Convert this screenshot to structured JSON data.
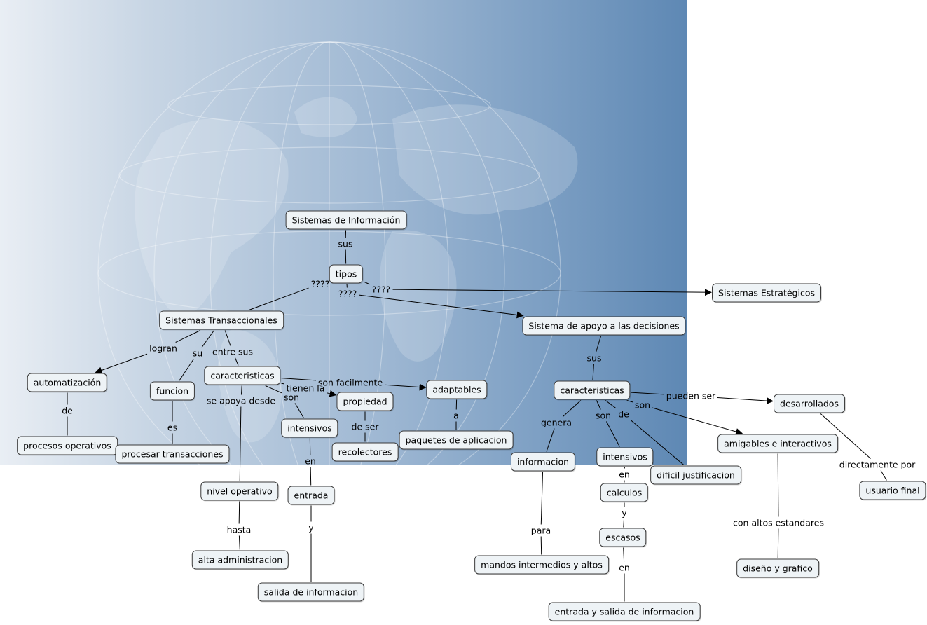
{
  "nodes": [
    {
      "id": "sistemas_informacion",
      "text": "Sistemas de Información"
    },
    {
      "id": "tipos",
      "text": "tipos"
    },
    {
      "id": "sistemas_estrategicos",
      "text": "Sistemas Estratégicos"
    },
    {
      "id": "sistemas_transaccionales",
      "text": "Sistemas Transaccionales"
    },
    {
      "id": "sistema_apoyo_decisiones",
      "text": "Sistema de apoyo a las decisiones"
    },
    {
      "id": "automatizacion",
      "text": "automatización"
    },
    {
      "id": "procesos_operativos",
      "text": "procesos operativos"
    },
    {
      "id": "funcion",
      "text": "funcion"
    },
    {
      "id": "procesar_transacciones",
      "text": "procesar transacciones"
    },
    {
      "id": "caracteristicas_st",
      "text": "caracteristicas"
    },
    {
      "id": "propiedad",
      "text": "propiedad"
    },
    {
      "id": "recolectores",
      "text": "recolectores"
    },
    {
      "id": "adaptables",
      "text": "adaptables"
    },
    {
      "id": "paquetes_aplicacion",
      "text": "paquetes de aplicacion"
    },
    {
      "id": "intensivos_st",
      "text": "intensivos"
    },
    {
      "id": "entrada",
      "text": "entrada"
    },
    {
      "id": "salida_informacion",
      "text": "salida de informacion"
    },
    {
      "id": "nivel_operativo",
      "text": "nivel operativo"
    },
    {
      "id": "alta_administracion",
      "text": "alta administracion"
    },
    {
      "id": "caracteristicas_sad",
      "text": "caracteristicas"
    },
    {
      "id": "informacion",
      "text": "informacion"
    },
    {
      "id": "mandos",
      "text": "mandos intermedios y altos"
    },
    {
      "id": "intensivos_sad",
      "text": "intensivos"
    },
    {
      "id": "calculos",
      "text": "calculos"
    },
    {
      "id": "escasos",
      "text": "escasos"
    },
    {
      "id": "entrada_salida",
      "text": "entrada y salida de informacion"
    },
    {
      "id": "dificil_justificacion",
      "text": "dificil justificacion"
    },
    {
      "id": "desarrollados",
      "text": "desarrollados"
    },
    {
      "id": "usuario_final",
      "text": "usuario final"
    },
    {
      "id": "amigables",
      "text": "amigables e interactivos"
    },
    {
      "id": "diseno_grafico",
      "text": "diseño y grafico"
    }
  ],
  "links": [
    {
      "id": "sus_1",
      "text": "sus"
    },
    {
      "id": "q_st",
      "text": "????"
    },
    {
      "id": "q_sad",
      "text": "????"
    },
    {
      "id": "q_se",
      "text": "????"
    },
    {
      "id": "logran",
      "text": "logran"
    },
    {
      "id": "de_1",
      "text": "de"
    },
    {
      "id": "su",
      "text": "su"
    },
    {
      "id": "es",
      "text": "es"
    },
    {
      "id": "entre_sus",
      "text": "entre sus"
    },
    {
      "id": "tienen_la",
      "text": "tienen la"
    },
    {
      "id": "de_ser",
      "text": "de ser"
    },
    {
      "id": "son_facilmente",
      "text": "son facilmente"
    },
    {
      "id": "a",
      "text": "a"
    },
    {
      "id": "son_1",
      "text": "son"
    },
    {
      "id": "en_1",
      "text": "en"
    },
    {
      "id": "y_1",
      "text": "y"
    },
    {
      "id": "se_apoya",
      "text": "se apoya desde"
    },
    {
      "id": "hasta",
      "text": "hasta"
    },
    {
      "id": "sus_2",
      "text": "sus"
    },
    {
      "id": "genera",
      "text": "genera"
    },
    {
      "id": "para",
      "text": "para"
    },
    {
      "id": "son_2",
      "text": "son"
    },
    {
      "id": "en_2",
      "text": "en"
    },
    {
      "id": "y_2",
      "text": "y"
    },
    {
      "id": "en_3",
      "text": "en"
    },
    {
      "id": "de_2",
      "text": "de"
    },
    {
      "id": "pueden_ser",
      "text": "pueden ser"
    },
    {
      "id": "directamente_por",
      "text": "directamente por"
    },
    {
      "id": "son_3",
      "text": "son"
    },
    {
      "id": "con_altos",
      "text": "con altos estandares"
    }
  ],
  "edges": [
    [
      "sistemas_informacion",
      "sus_1",
      false
    ],
    [
      "sus_1",
      "tipos",
      false
    ],
    [
      "tipos",
      "q_st",
      false
    ],
    [
      "q_st",
      "sistemas_transaccionales",
      false
    ],
    [
      "tipos",
      "q_sad",
      false
    ],
    [
      "q_sad",
      "sistema_apoyo_decisiones",
      true
    ],
    [
      "tipos",
      "q_se",
      false
    ],
    [
      "q_se",
      "sistemas_estrategicos",
      true
    ],
    [
      "sistemas_transaccionales",
      "logran",
      false
    ],
    [
      "logran",
      "automatizacion",
      true
    ],
    [
      "automatizacion",
      "de_1",
      false
    ],
    [
      "de_1",
      "procesos_operativos",
      false
    ],
    [
      "sistemas_transaccionales",
      "su",
      false
    ],
    [
      "su",
      "funcion",
      false
    ],
    [
      "funcion",
      "es",
      false
    ],
    [
      "es",
      "procesar_transacciones",
      false
    ],
    [
      "sistemas_transaccionales",
      "entre_sus",
      false
    ],
    [
      "entre_sus",
      "caracteristicas_st",
      false
    ],
    [
      "caracteristicas_st",
      "tienen_la",
      false
    ],
    [
      "tienen_la",
      "propiedad",
      true
    ],
    [
      "propiedad",
      "de_ser",
      false
    ],
    [
      "de_ser",
      "recolectores",
      false
    ],
    [
      "caracteristicas_st",
      "son_facilmente",
      false
    ],
    [
      "son_facilmente",
      "adaptables",
      true
    ],
    [
      "adaptables",
      "a",
      false
    ],
    [
      "a",
      "paquetes_aplicacion",
      false
    ],
    [
      "caracteristicas_st",
      "son_1",
      false
    ],
    [
      "son_1",
      "intensivos_st",
      false
    ],
    [
      "intensivos_st",
      "en_1",
      false
    ],
    [
      "en_1",
      "entrada",
      false
    ],
    [
      "entrada",
      "y_1",
      false
    ],
    [
      "y_1",
      "salida_informacion",
      false
    ],
    [
      "caracteristicas_st",
      "se_apoya",
      false
    ],
    [
      "se_apoya",
      "nivel_operativo",
      false
    ],
    [
      "nivel_operativo",
      "hasta",
      false
    ],
    [
      "hasta",
      "alta_administracion",
      false
    ],
    [
      "sistema_apoyo_decisiones",
      "sus_2",
      false
    ],
    [
      "sus_2",
      "caracteristicas_sad",
      false
    ],
    [
      "caracteristicas_sad",
      "genera",
      false
    ],
    [
      "genera",
      "informacion",
      false
    ],
    [
      "informacion",
      "para",
      false
    ],
    [
      "para",
      "mandos",
      false
    ],
    [
      "caracteristicas_sad",
      "son_2",
      false
    ],
    [
      "son_2",
      "intensivos_sad",
      false
    ],
    [
      "intensivos_sad",
      "en_2",
      false
    ],
    [
      "en_2",
      "calculos",
      false
    ],
    [
      "calculos",
      "y_2",
      false
    ],
    [
      "y_2",
      "escasos",
      false
    ],
    [
      "escasos",
      "en_3",
      false
    ],
    [
      "en_3",
      "entrada_salida",
      false
    ],
    [
      "caracteristicas_sad",
      "de_2",
      false
    ],
    [
      "de_2",
      "dificil_justificacion",
      false
    ],
    [
      "caracteristicas_sad",
      "pueden_ser",
      false
    ],
    [
      "pueden_ser",
      "desarrollados",
      true
    ],
    [
      "desarrollados",
      "directamente_por",
      false
    ],
    [
      "directamente_por",
      "usuario_final",
      false
    ],
    [
      "caracteristicas_sad",
      "son_3",
      false
    ],
    [
      "son_3",
      "amigables",
      true
    ],
    [
      "amigables",
      "con_altos",
      false
    ],
    [
      "con_altos",
      "diseno_grafico",
      false
    ]
  ]
}
